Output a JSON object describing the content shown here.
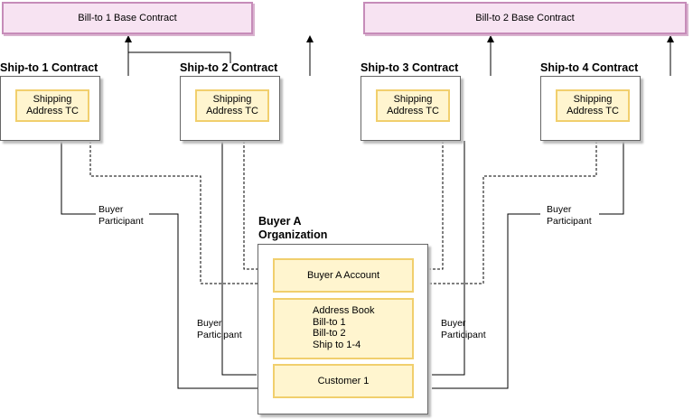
{
  "base_contracts": [
    {
      "label": "Bill-to 1 Base Contract"
    },
    {
      "label": "Bill-to 2 Base Contract"
    }
  ],
  "ship_contracts": [
    {
      "title": "Ship-to 1 Contract",
      "tc": "Shipping Address TC"
    },
    {
      "title": "Ship-to 2 Contract",
      "tc": "Shipping Address TC"
    },
    {
      "title": "Ship-to 3 Contract",
      "tc": "Shipping Address TC"
    },
    {
      "title": "Ship-to 4 Contract",
      "tc": "Shipping Address TC"
    }
  ],
  "participant_label": "Buyer Participant",
  "organization": {
    "title": "Buyer A Organization",
    "account": "Buyer A Account",
    "address_book": [
      "Address Book",
      "Bill-to 1",
      "Bill-to 2",
      "Ship to 1-4"
    ],
    "customer": "Customer 1"
  },
  "colors": {
    "base_fill": "#f7e3f2",
    "base_border": "#c68cb9",
    "yellow_fill": "#fff5cf",
    "yellow_border": "#f1cf6d"
  }
}
